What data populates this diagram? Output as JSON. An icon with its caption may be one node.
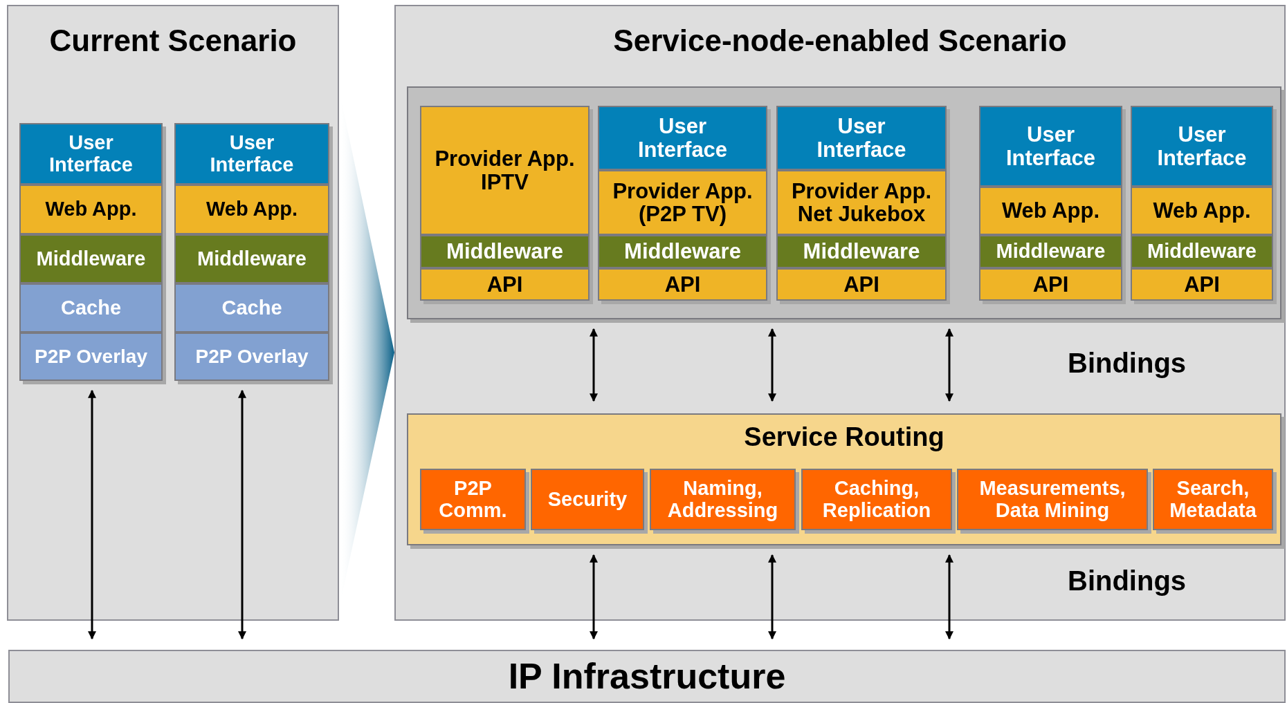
{
  "diagram": {
    "nodes": [
      {
        "text": [
          "Current Scenario"
        ]
      },
      {
        "text": [
          "User Interface"
        ],
        "in": 0
      },
      {
        "text": [
          "Web App."
        ],
        "in": 0
      },
      {
        "text": [
          "Middleware"
        ],
        "in": 0
      },
      {
        "text": [
          "Cache"
        ],
        "in": 0
      },
      {
        "text": [
          "P2P Overlay"
        ],
        "in": 0
      },
      {
        "text": [
          "User Interface"
        ],
        "in": 0
      },
      {
        "text": [
          "Web App."
        ],
        "in": 0
      },
      {
        "text": [
          "Middleware"
        ],
        "in": 0
      },
      {
        "text": [
          "Cache"
        ],
        "in": 0
      },
      {
        "text": [
          "P2P Overlay"
        ],
        "in": 0
      },
      {
        "text": [
          "Service-node-enabled Scenario"
        ]
      },
      {
        "text": [],
        "shape": "box",
        "in": 11
      },
      {
        "text": [
          "Provider App. IPTV"
        ],
        "in": 12
      },
      {
        "text": [
          "Middleware"
        ],
        "in": 12
      },
      {
        "text": [
          "API"
        ],
        "in": 12
      },
      {
        "text": [
          "User Interface"
        ],
        "in": 12
      },
      {
        "text": [
          "Provider App. (P2P TV)"
        ],
        "in": 12
      },
      {
        "text": [
          "Middleware"
        ],
        "in": 12
      },
      {
        "text": [
          "API"
        ],
        "in": 12
      },
      {
        "text": [
          "User Interface"
        ],
        "in": 12
      },
      {
        "text": [
          "Provider App. Net Jukebox"
        ],
        "in": 12
      },
      {
        "text": [
          "Middleware"
        ],
        "in": 12
      },
      {
        "text": [
          "API"
        ],
        "in": 12
      },
      {
        "text": [
          "User Interface"
        ],
        "in": 12
      },
      {
        "text": [
          "Web App."
        ],
        "in": 12
      },
      {
        "text": [
          "Middleware"
        ],
        "in": 12
      },
      {
        "text": [
          "API"
        ],
        "in": 12
      },
      {
        "text": [
          "User Interface"
        ],
        "in": 12
      },
      {
        "text": [
          "Web App."
        ],
        "in": 12
      },
      {
        "text": [
          "Middleware"
        ],
        "in": 12
      },
      {
        "text": [
          "API"
        ],
        "in": 12
      },
      {
        "text": [
          "Service Routing"
        ],
        "in": 11
      },
      {
        "text": [
          "P2P Comm."
        ],
        "in": 32
      },
      {
        "text": [
          "Security"
        ],
        "in": 32
      },
      {
        "text": [
          "Naming, Addressing"
        ],
        "in": 32
      },
      {
        "text": [
          "Caching, Replication"
        ],
        "in": 32
      },
      {
        "text": [
          "Measurements, Data Mining"
        ],
        "in": 32
      },
      {
        "text": [
          "Search, Metadata"
        ],
        "in": 32
      },
      {
        "text": [
          "IP Infrastructure"
        ]
      }
    ],
    "edges": [
      {
        "from": 0,
        "to": 11,
        "arrow": "to"
      },
      {
        "from": 5,
        "to": 39,
        "arrow": "both"
      },
      {
        "from": 10,
        "to": 39,
        "arrow": "both"
      },
      {
        "from": 12,
        "to": 32,
        "arrow": "both"
      },
      {
        "from": 12,
        "to": 32,
        "arrow": "both"
      },
      {
        "from": 12,
        "to": 32,
        "arrow": "both"
      },
      {
        "from": 32,
        "to": 39,
        "arrow": "both"
      },
      {
        "from": 32,
        "to": 39,
        "arrow": "both"
      },
      {
        "from": 32,
        "to": 39,
        "arrow": "both"
      }
    ],
    "labels": [
      "Bindings",
      "Bindings"
    ]
  }
}
